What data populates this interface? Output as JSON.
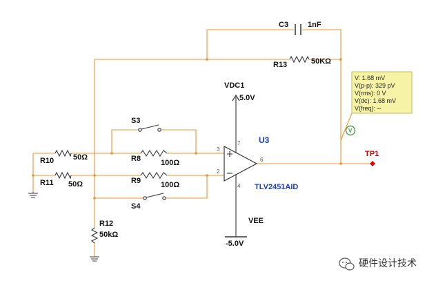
{
  "colors": {
    "wire": "#e8952e",
    "part": "#333333",
    "ground": "#4a4a4a",
    "probe_bg": "#f6f3a6",
    "probe_border": "#bdbd5a",
    "probe_icon": "#4c9a4c",
    "tp": "#e00000",
    "instance_label": "#1a3ccf"
  },
  "components": {
    "c3": {
      "ref": "C3",
      "value": "1nF"
    },
    "r13": {
      "ref": "R13",
      "value": "50KΩ"
    },
    "vdc1": {
      "ref": "VDC1",
      "value": "5.0V"
    },
    "s3": {
      "ref": "S3"
    },
    "s4": {
      "ref": "S4"
    },
    "r8": {
      "ref": "R8",
      "value": "100Ω"
    },
    "r9": {
      "ref": "R9",
      "value": "100Ω"
    },
    "r10": {
      "ref": "R10",
      "value": "50Ω"
    },
    "r11": {
      "ref": "R11",
      "value": "50Ω"
    },
    "r12": {
      "ref": "R12",
      "value": "50kΩ"
    },
    "u3": {
      "ref": "U3",
      "model": "TLV2451AID",
      "pins": {
        "p3": "3",
        "p2": "2",
        "p6": "6",
        "p7": "7",
        "p4": "4"
      }
    },
    "vee": {
      "ref": "VEE",
      "value": "-5.0V"
    },
    "tp1": {
      "ref": "TP1"
    }
  },
  "probe": {
    "lines": [
      "V: 1.68 mV",
      "V(p-p): 329 pV",
      "V(rms): 0 V",
      "V(dc): 1.68 mV",
      "V(freq): --"
    ],
    "icon_letter": "V"
  },
  "watermark": {
    "text": "硬件设计技术",
    "icon": "wechat-icon"
  }
}
